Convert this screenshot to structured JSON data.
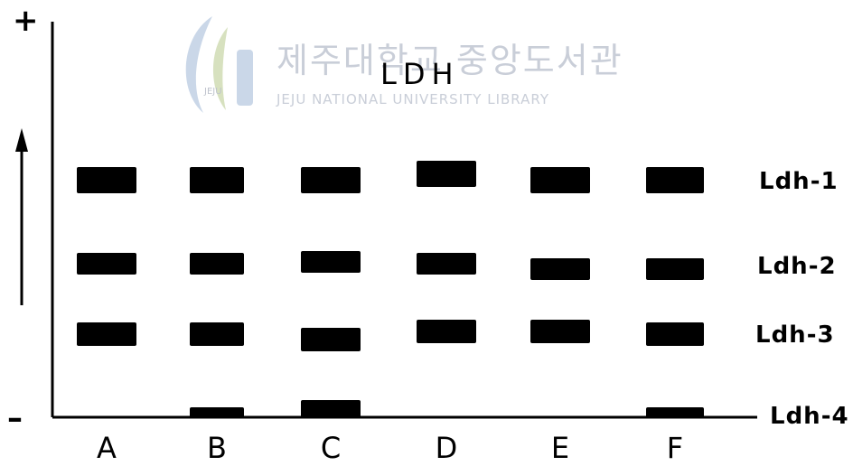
{
  "title": "LDH",
  "polarity": {
    "positive": "+",
    "negative": "–"
  },
  "watermark": {
    "korean": "제주대학교 중앙도서관",
    "english": "JEJU NATIONAL UNIVERSITY LIBRARY",
    "logo_text": "JEJU"
  },
  "lanes": [
    {
      "label": "A",
      "bands": [
        1,
        2,
        3
      ]
    },
    {
      "label": "B",
      "bands": [
        1,
        2,
        3,
        4
      ]
    },
    {
      "label": "C",
      "bands": [
        1,
        2,
        3,
        4
      ]
    },
    {
      "label": "D",
      "bands": [
        1,
        2,
        3
      ]
    },
    {
      "label": "E",
      "bands": [
        1,
        2,
        3
      ]
    },
    {
      "label": "F",
      "bands": [
        1,
        2,
        3,
        4
      ]
    }
  ],
  "band_labels": [
    "Ldh-1",
    "Ldh-2",
    "Ldh-3",
    "Ldh-4"
  ],
  "colors": {
    "ink": "#000000",
    "watermark": "#c9ced8",
    "logo_accent": "#9fb7d6"
  }
}
